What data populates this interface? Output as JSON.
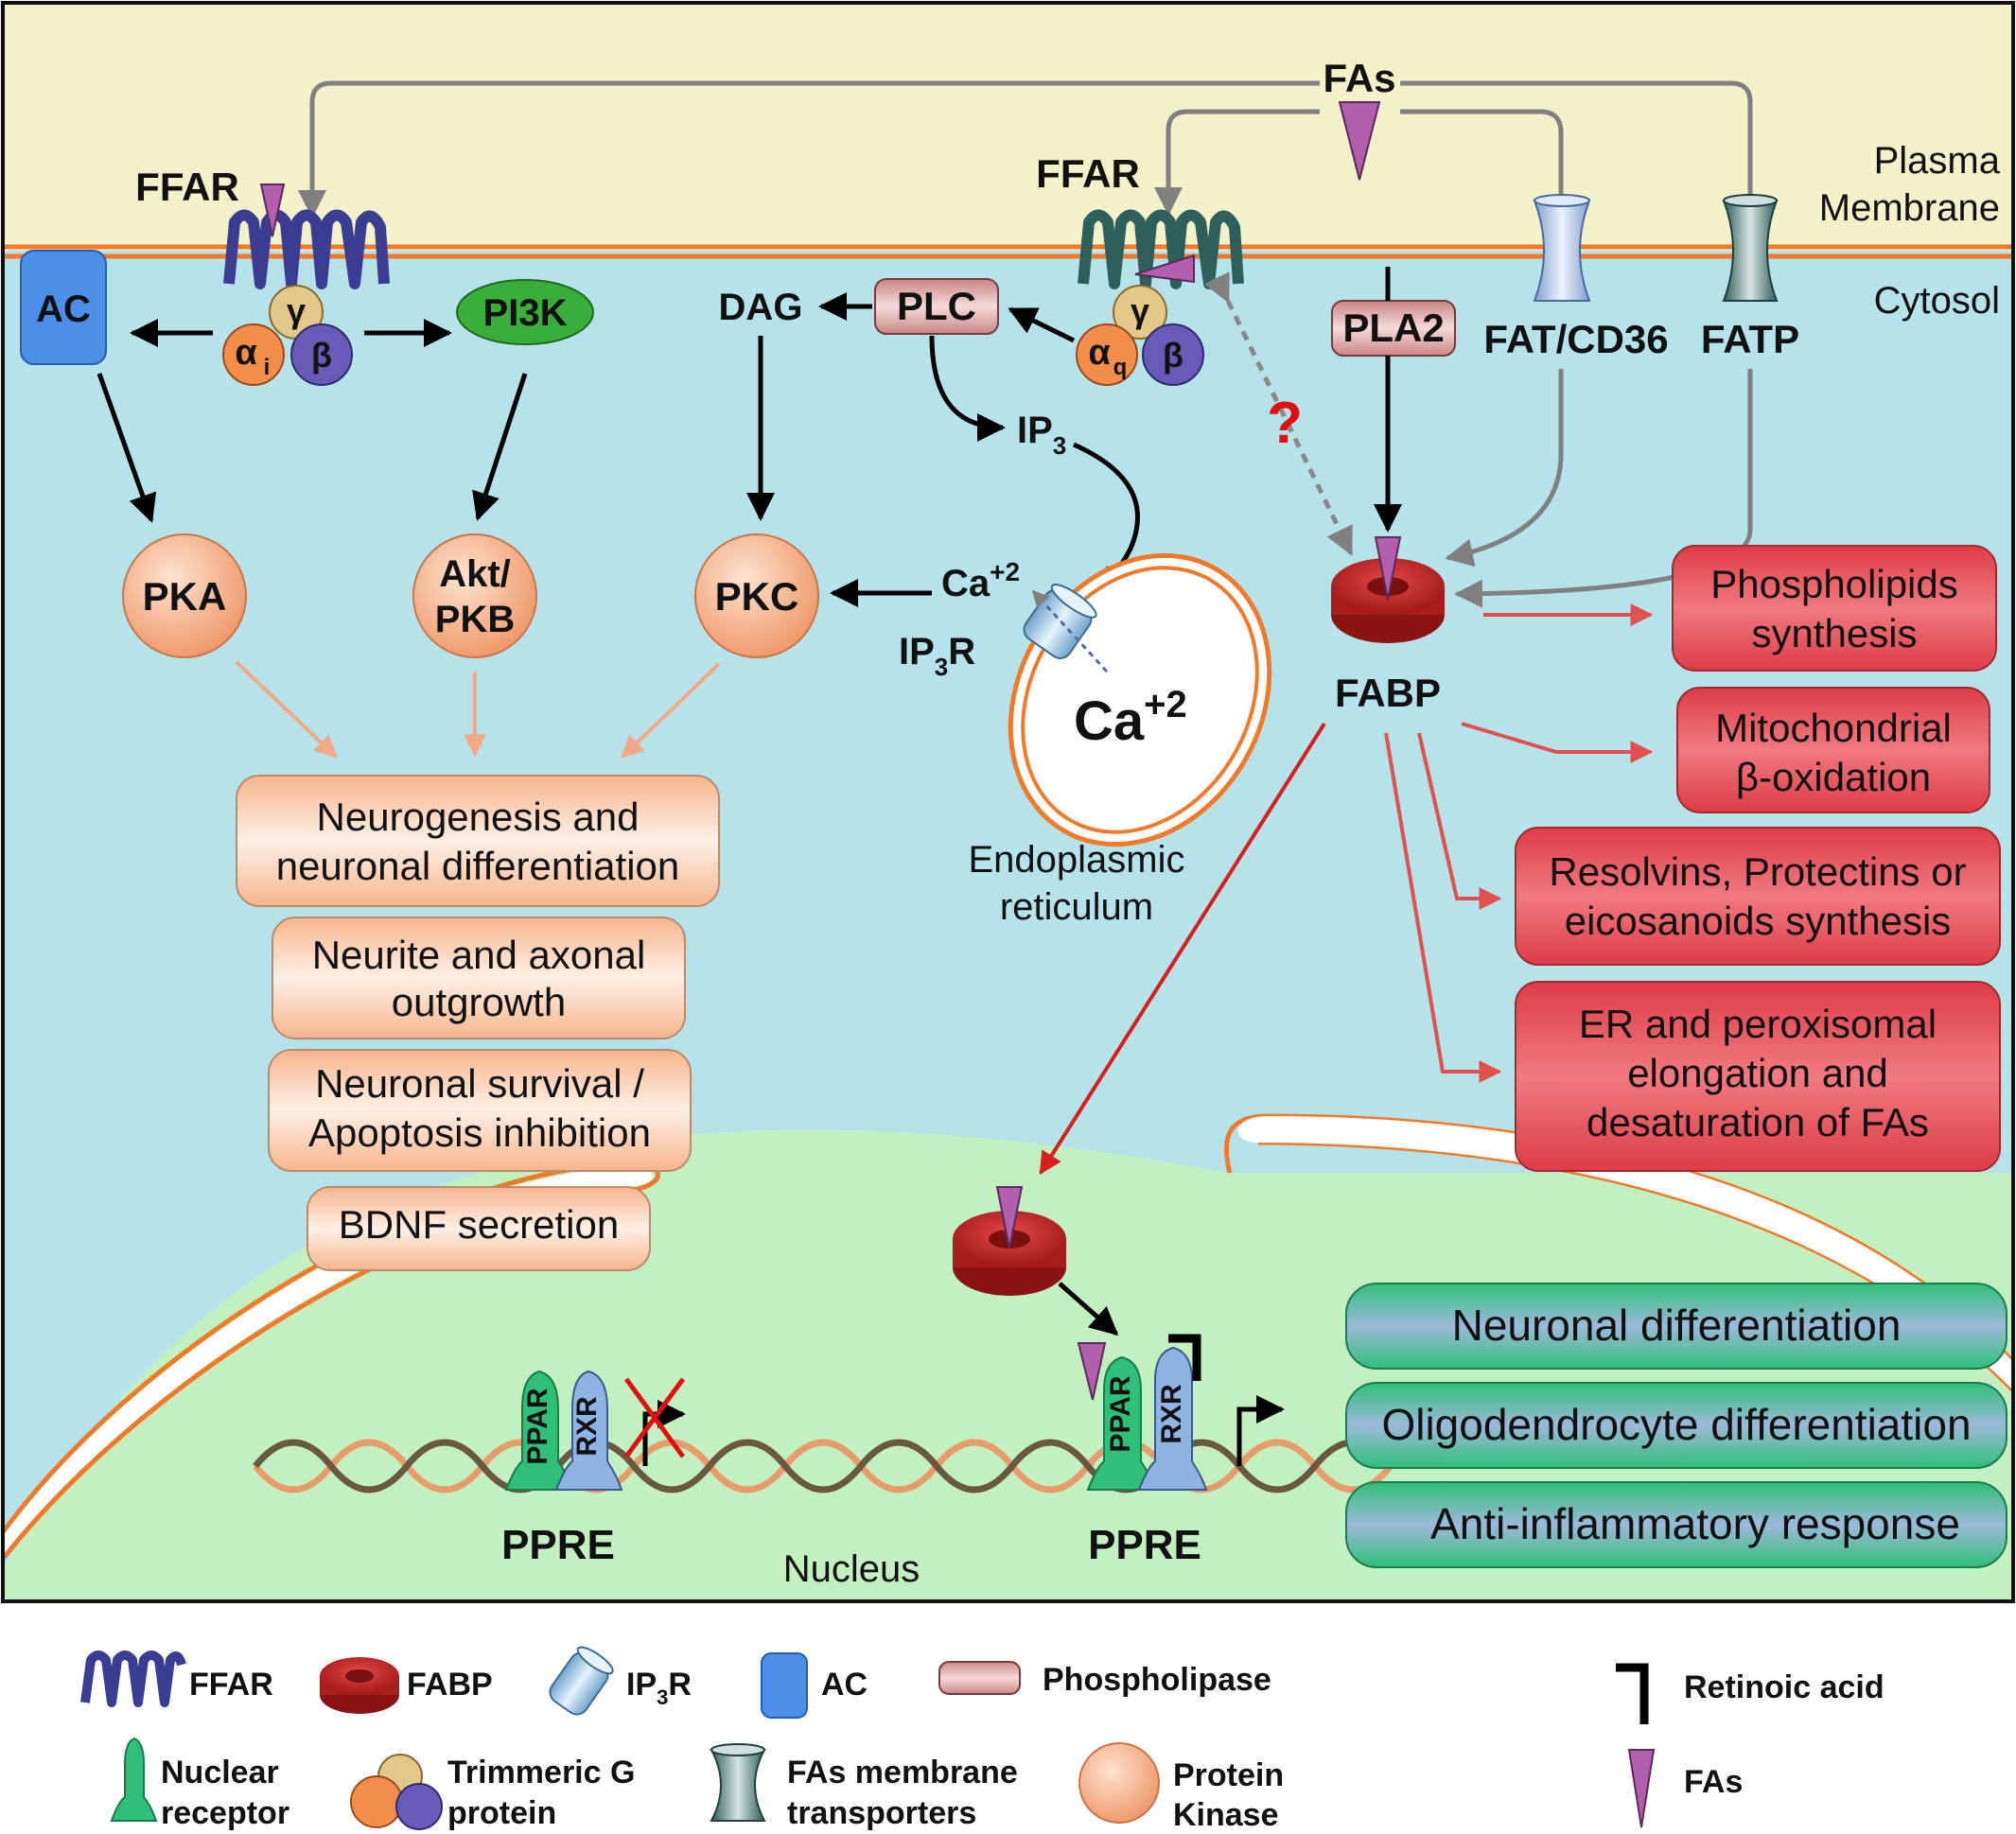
{
  "regions": {
    "membrane": "Plasma",
    "membrane2": "Membrane",
    "cytosol": "Cytosol",
    "nucleus": "Nucleus",
    "er": "Endoplasmic",
    "er2": "reticulum"
  },
  "labels": {
    "fas_top": "FAs",
    "ffar_left": "FFAR",
    "ffar_mid": "FFAR",
    "ac": "AC",
    "pi3k": "PI3K",
    "plc": "PLC",
    "dag": "DAG",
    "ip3": "IP",
    "ip3_sub": "3",
    "pla2": "PLA2",
    "fat": "FAT/CD36",
    "fatp": "FATP",
    "question": "?",
    "fabp": "FABP",
    "ca_small": "Ca",
    "ca_small_sup": "+2",
    "ip3r": "IP",
    "ip3r_sub": "3",
    "ip3r_r": "R",
    "ca_big": "Ca",
    "ca_big_sup": "+2",
    "gamma": "γ",
    "alpha": "α",
    "alpha_i": "i",
    "alpha_q": "q",
    "beta": "β",
    "ppar": "PPAR",
    "rxr": "RXR",
    "ppre": "PPRE"
  },
  "kinases": {
    "pka": "PKA",
    "akt": "Akt/",
    "akt2": "PKB",
    "pkc": "PKC"
  },
  "outcomes_left": [
    [
      "Neurogenesis and",
      "neuronal differentiation"
    ],
    [
      "Neurite and axonal",
      "outgrowth"
    ],
    [
      "Neuronal survival /",
      "Apoptosis inhibition"
    ],
    [
      "BDNF secretion"
    ]
  ],
  "outcomes_right": [
    [
      "Phospholipids",
      "synthesis"
    ],
    [
      "Mitochondrial",
      "β-oxidation"
    ],
    [
      "Resolvins, Protectins or",
      "eicosanoids synthesis"
    ],
    [
      "ER and peroxisomal",
      "elongation and",
      "desaturation of FAs"
    ]
  ],
  "outcomes_nucleus": [
    "Neuronal differentiation",
    "Oligodendrocyte differentiation",
    "Anti-inflammatory response"
  ],
  "legend": {
    "ffar": "FFAR",
    "fabp": "FABP",
    "ip3r": "IP",
    "ip3r_sub": "3",
    "ip3r_r": "R",
    "ac": "AC",
    "phospholipase": "Phospholipase",
    "retinoic": "Retinoic acid",
    "nuclear": [
      "Nuclear",
      "receptor"
    ],
    "gprotein": [
      "Trimmeric G",
      "protein"
    ],
    "transporters": [
      "FAs membrane",
      "transporters"
    ],
    "kinase": [
      "Protein",
      "Kinase"
    ],
    "fas": "FAs"
  },
  "colors": {
    "membrane_bg": "#f3f1c9",
    "cytosol_bg": "#b6e3ea",
    "nucleus_bg": "#c3f0c0",
    "membrane_line": "#f07a2a",
    "kinase": "#f2a67b",
    "outcome_left": "#f8c9a8",
    "outcome_right": "#e8505a",
    "outcome_nucleus": "#3fc48a",
    "fabp": "#c92a2a",
    "ac": "#4d8ee8",
    "pi3k": "#3aae3a",
    "fa_triangle": "#b25fae",
    "ffar": "#3b3d92"
  }
}
